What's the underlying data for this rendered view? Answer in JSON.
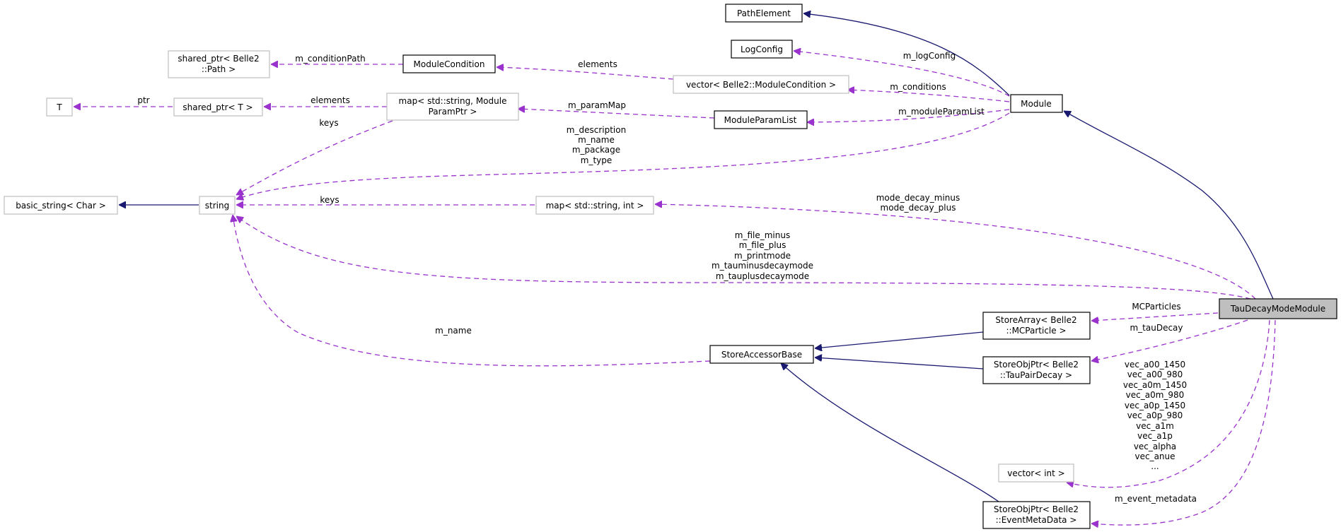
{
  "nodes": {
    "path_element": "PathElement",
    "log_config": "LogConfig",
    "shared_ptr_path_l1": "shared_ptr< Belle2",
    "shared_ptr_path_l2": "::Path >",
    "module_condition": "ModuleCondition",
    "vector_module_condition": "vector< Belle2::ModuleCondition >",
    "module": "Module",
    "t": "T",
    "shared_ptr_t": "shared_ptr< T >",
    "map_param_l1": "map< std::string, Module",
    "map_param_l2": "ParamPtr >",
    "module_param_list": "ModuleParamList",
    "basic_string": "basic_string< Char >",
    "string": "string",
    "map_string_int": "map< std::string, int >",
    "tau_decay_mode_module": "TauDecayModeModule",
    "store_array_l1": "StoreArray< Belle2",
    "store_array_l2": "::MCParticle >",
    "store_accessor_base": "StoreAccessorBase",
    "store_obj_tau_l1": "StoreObjPtr< Belle2",
    "store_obj_tau_l2": "::TauPairDecay >",
    "vector_int": "vector< int >",
    "store_obj_event_l1": "StoreObjPtr< Belle2",
    "store_obj_event_l2": "::EventMetaData >"
  },
  "edges": {
    "m_condition_path": "m_conditionPath",
    "elements_vec": "elements",
    "m_log_config": "m_logConfig",
    "m_conditions": "m_conditions",
    "ptr": "ptr",
    "elements_map": "elements",
    "m_param_map": "m_paramMap",
    "m_module_param_list": "m_moduleParamList",
    "keys_map": "keys",
    "module_strings": [
      "m_description",
      "m_name",
      "m_package",
      "m_type"
    ],
    "keys_int": "keys",
    "mode_decay": [
      "mode_decay_minus",
      "mode_decay_plus"
    ],
    "file_strings": [
      "m_file_minus",
      "m_file_plus",
      "m_printmode",
      "m_tauminusdecaymode",
      "m_tauplusdecaymode"
    ],
    "m_name": "m_name",
    "mc_particles": "MCParticles",
    "m_tau_decay": "m_tauDecay",
    "vec_strings": [
      "vec_a00_1450",
      "vec_a00_980",
      "vec_a0m_1450",
      "vec_a0m_980",
      "vec_a0p_1450",
      "vec_a0p_980",
      "vec_a1m",
      "vec_a1p",
      "vec_alpha",
      "vec_anue",
      "..."
    ],
    "m_event_metadata": "m_event_metadata"
  },
  "colors": {
    "inheritance_edge": "#191970",
    "usage_edge": "#9a32cd",
    "node_border": "#000000",
    "external_node_border": "#bfbfbf",
    "focus_node_fill": "#bfbfbf"
  }
}
